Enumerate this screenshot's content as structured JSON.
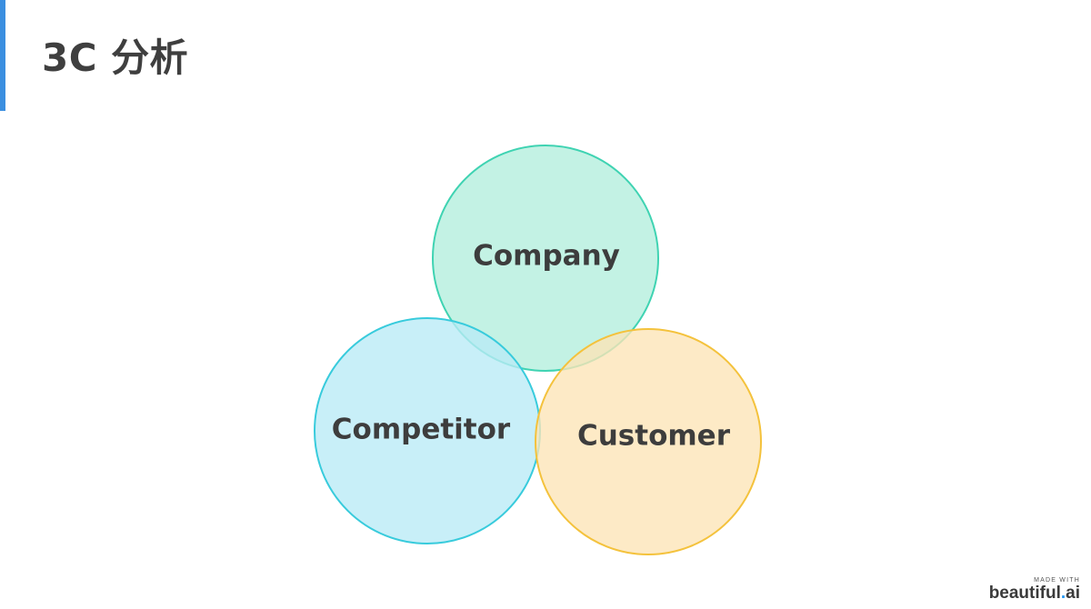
{
  "slide": {
    "title": "3C 分析",
    "accent_color": "#3b8fe0"
  },
  "diagram": {
    "type": "venn",
    "circles": [
      {
        "id": "company",
        "label": "Company",
        "fill": "#b9f0df",
        "stroke": "#3fd3b2"
      },
      {
        "id": "competitor",
        "label": "Competitor",
        "fill": "#b8eaf6",
        "stroke": "#38cbdc"
      },
      {
        "id": "customer",
        "label": "Customer",
        "fill": "#fde4b6",
        "stroke": "#f4c23c"
      }
    ]
  },
  "watermark": {
    "made_with": "MADE WITH",
    "brand_name": "beautiful",
    "brand_dot": ".",
    "brand_suffix": "ai"
  }
}
